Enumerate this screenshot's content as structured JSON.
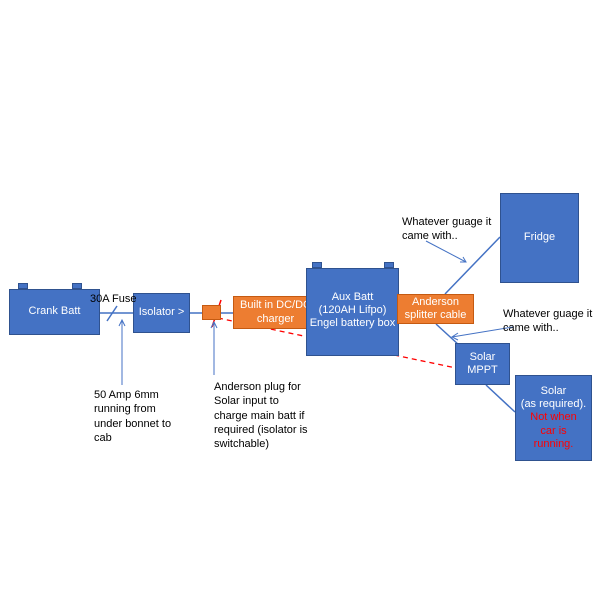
{
  "colors": {
    "box_blue": "#4472c4",
    "box_orange": "#ed7d31",
    "wire": "#4472c4",
    "dashed": "#ff0000",
    "warning_text": "#ff0000"
  },
  "nodes": {
    "crank_batt": "Crank Batt",
    "isolator": "Isolator >",
    "dcdc_line1": "Built in DC/DC",
    "dcdc_line2": "charger",
    "aux_line1": "Aux Batt",
    "aux_line2": "(120AH Lifpo)",
    "aux_line3": "Engel battery box",
    "anderson_splitter_line1": "Anderson",
    "anderson_splitter_line2": "splitter cable",
    "fridge": "Fridge",
    "mppt_line1": "Solar",
    "mppt_line2": "MPPT",
    "solar_line1": "Solar",
    "solar_line2": "(as required).",
    "solar_warning": "Not when car is running."
  },
  "labels": {
    "fuse": "30A Fuse",
    "cable_note": "50 Amp 6mm\nrunning from\nunder bonnet to\ncab",
    "anderson_plug_note": "Anderson plug for\nSolar input to\ncharge main batt if\nrequired (isolator is\nswitchable)",
    "fridge_gauge": "Whatever guage it\ncame with..",
    "mppt_gauge": "Whatever guage it\ncame with.."
  }
}
